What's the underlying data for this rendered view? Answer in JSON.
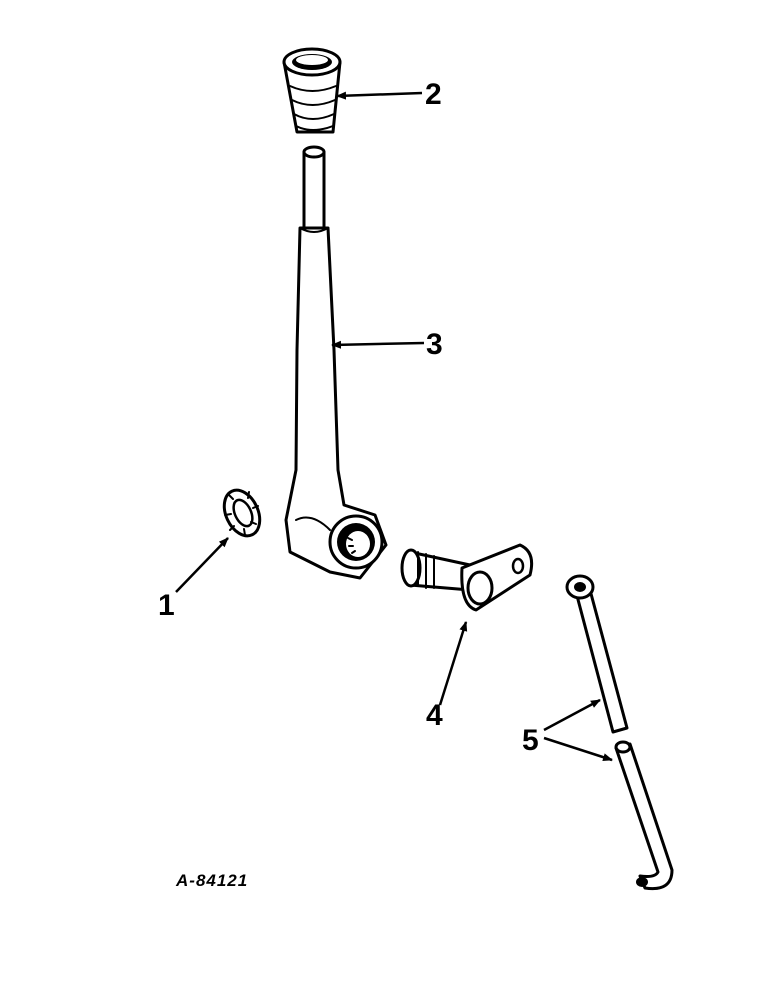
{
  "callouts": [
    {
      "id": "1",
      "label": "1"
    },
    {
      "id": "2",
      "label": "2"
    },
    {
      "id": "3",
      "label": "3"
    },
    {
      "id": "4",
      "label": "4"
    },
    {
      "id": "5",
      "label": "5"
    }
  ],
  "reference_code": "A-84121",
  "colors": {
    "ink": "#000000",
    "paper": "#ffffff"
  }
}
